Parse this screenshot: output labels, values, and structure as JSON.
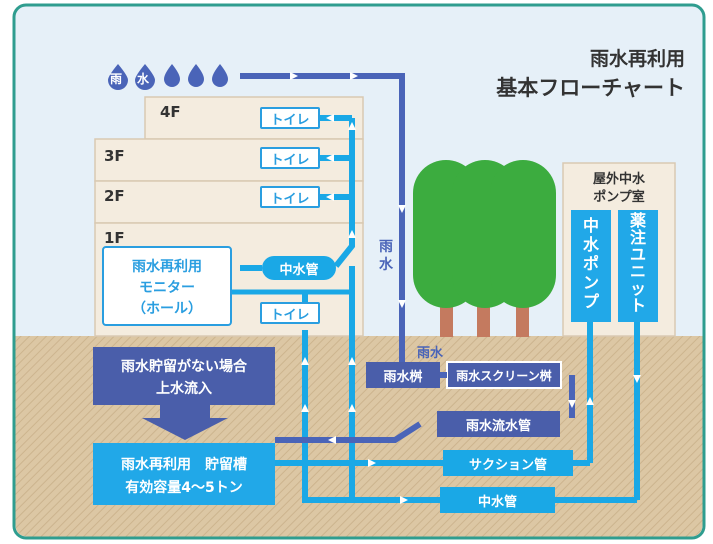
{
  "title_line1": "雨水再利用",
  "title_line2": "基本フローチャート",
  "rain_drop_labels": [
    "雨",
    "水"
  ],
  "floors": [
    "4F",
    "3F",
    "2F",
    "1F"
  ],
  "toilet_label": "トイレ",
  "monitor_label": [
    "雨水再利用",
    "モニター",
    "（ホール）"
  ],
  "gray_water_pipe": "中水管",
  "rain_vertical": [
    "雨",
    "水"
  ],
  "pump_room_label": [
    "屋外中水",
    "ポンプ室"
  ],
  "pump_label": [
    "中",
    "水",
    "ポ",
    "ン",
    "プ"
  ],
  "chemical_unit_label": [
    "薬",
    "注",
    "ユ",
    "ニ",
    "ッ",
    "ト"
  ],
  "rain_ground": "雨水",
  "rain_basin": "雨水桝",
  "screen_basin": "雨水スクリーン桝",
  "rain_drain_pipe": "雨水流水管",
  "suction_pipe": "サクション管",
  "gray_water_pipe_bottom": "中水管",
  "no_storage_line1": "雨水貯留がない場合",
  "no_storage_line2": "上水流入",
  "tank_line1": "雨水再利用　貯留槽",
  "tank_line2": "有効容量4〜5トン",
  "colors": {
    "sky": "#e6f0f8",
    "ground": "#dcc7a4",
    "border": "#2f9d8f",
    "pipe_cyan": "#1aa8e6",
    "pipe_navy": "#4a64b8",
    "building": "#f4ecdf",
    "tree": "#3cac3f",
    "trunk": "#c47a5f",
    "tank_cyan": "#21a8e8",
    "navy_box": "#4a5eaa"
  }
}
